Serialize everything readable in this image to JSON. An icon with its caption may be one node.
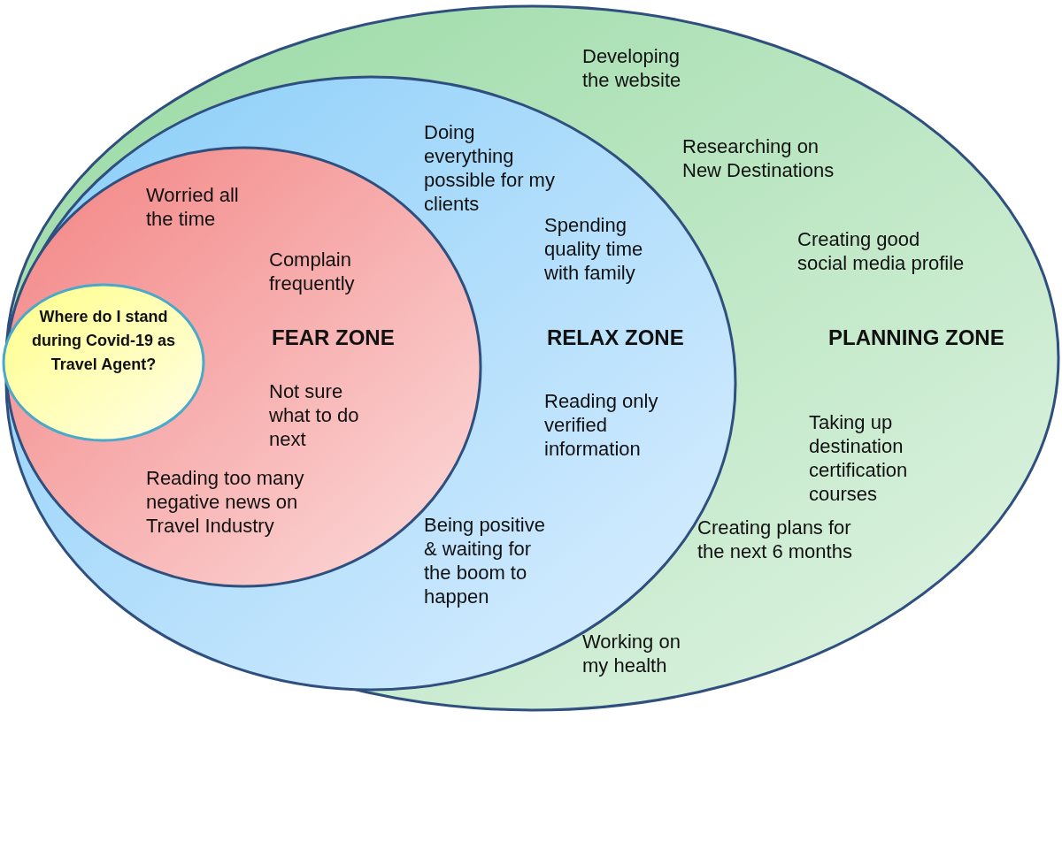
{
  "diagram": {
    "nodes": [
      {
        "text": [
          "PLANNING ZONE",
          "Developing the website",
          "Researching on New Destinations",
          "Creating good social media profile",
          "Taking up destination certification courses",
          "Creating plans for the next 6 months",
          "Working on my health"
        ]
      },
      {
        "text": [
          "RELAX ZONE",
          "Doing everything possible for my clients",
          "Spending quality time with family",
          "Reading only verified information",
          "Being positive & waiting for the boom to happen"
        ],
        "in": 0
      },
      {
        "text": [
          "FEAR ZONE",
          "Worried all the time",
          "Complain frequently",
          "Not sure what to do next",
          "Reading too many negative news on Travel Industry"
        ],
        "in": 1
      },
      {
        "text": [
          "Where do I stand during Covid-19 as Travel Agent?"
        ],
        "in": 2
      }
    ]
  }
}
